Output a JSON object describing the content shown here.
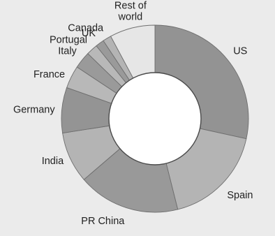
{
  "chart_data": {
    "type": "pie",
    "donut": true,
    "title": "",
    "slices": [
      {
        "label": "US",
        "value": 29,
        "color": "#939393"
      },
      {
        "label": "Spain",
        "value": 18,
        "color": "#b4b4b4"
      },
      {
        "label": "PR China",
        "value": 18,
        "color": "#999999"
      },
      {
        "label": "India",
        "value": 9,
        "color": "#b4b4b4"
      },
      {
        "label": "Germany",
        "value": 8,
        "color": "#949494"
      },
      {
        "label": "France",
        "value": 4,
        "color": "#b8b8b8"
      },
      {
        "label": "Italy",
        "value": 3,
        "color": "#9a9a9a"
      },
      {
        "label": "Portugal",
        "value": 2,
        "color": "#b8b8b8"
      },
      {
        "label": "UK",
        "value": 1.5,
        "color": "#9a9a9a"
      },
      {
        "label": "Canada",
        "value": 1.5,
        "color": "#b4b4b4"
      },
      {
        "label": "Rest of world",
        "value": 8,
        "color": "#e6e6e6"
      }
    ]
  }
}
